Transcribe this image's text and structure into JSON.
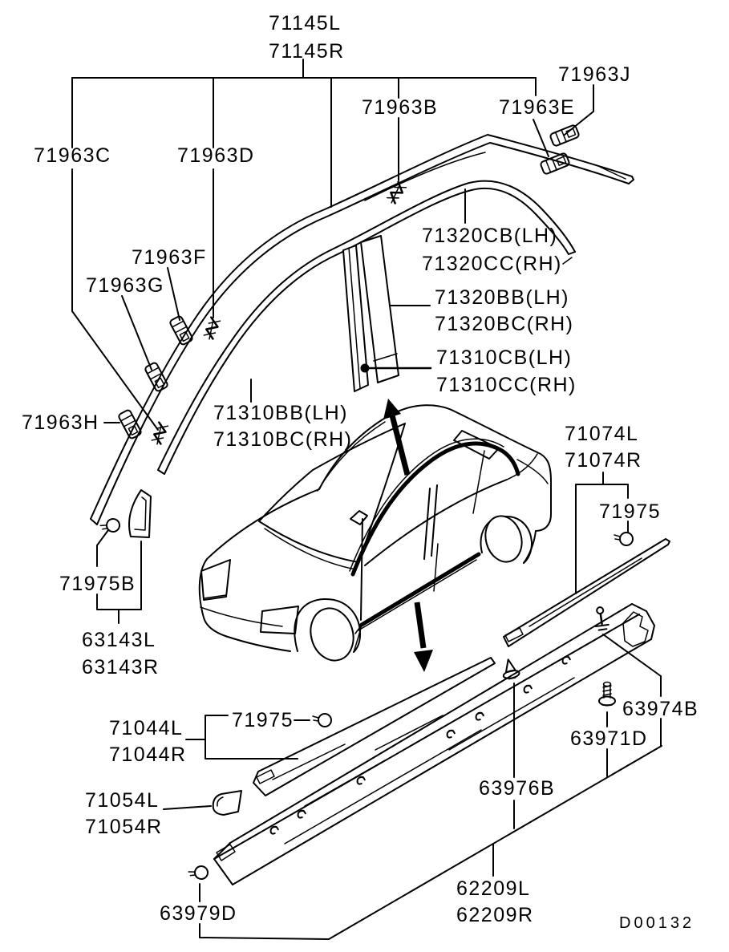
{
  "diagram": {
    "drawing_code": "D00132",
    "ink_color": "#000000",
    "background_color": "#ffffff",
    "labels": {
      "p71145L": "71145L",
      "p71145R": "71145R",
      "p71963J": "71963J",
      "p71963B": "71963B",
      "p71963E": "71963E",
      "p71963C": "71963C",
      "p71963D": "71963D",
      "p71963F": "71963F",
      "p71963G": "71963G",
      "p71963H": "71963H",
      "p71320CB": "71320CB(LH)",
      "p71320CC": "71320CC(RH)",
      "p71320BB": "71320BB(LH)",
      "p71320BC": "71320BC(RH)",
      "p71310CB": "71310CB(LH)",
      "p71310CC": "71310CC(RH)",
      "p71310BB": "71310BB(LH)",
      "p71310BC": "71310BC(RH)",
      "p71074L": "71074L",
      "p71074R": "71074R",
      "p71975right": "71975",
      "p71975B": "71975B",
      "p63143L": "63143L",
      "p63143R": "63143R",
      "p71044L": "71044L",
      "p71044R": "71044R",
      "p71975mid": "71975",
      "p71054L": "71054L",
      "p71054R": "71054R",
      "p63974B": "63974B",
      "p63971D": "63971D",
      "p63976B": "63976B",
      "p62209L": "62209L",
      "p62209R": "62209R",
      "p63979D": "63979D"
    }
  }
}
